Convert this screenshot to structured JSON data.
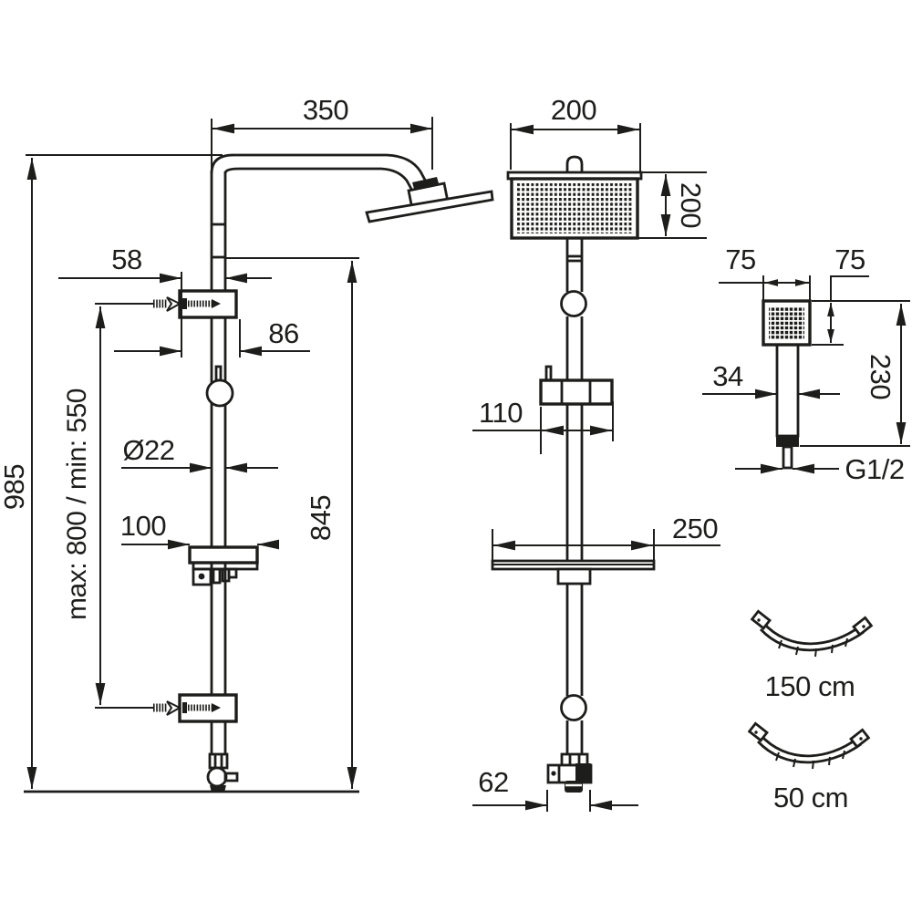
{
  "drawing": {
    "type": "technical-dimension-drawing",
    "subject": "shower column set with overhead rain head, hand shower and hoses",
    "ink_color": "#1d1d1b",
    "background_color": "#ffffff"
  },
  "labels": {
    "arm_reach": "350",
    "overall_height": "985",
    "mount_height_range": "max: 800 / min: 550",
    "upper_bracket_offset": "58",
    "upper_bracket_width": "86",
    "pipe_diameter": "Ø22",
    "soap_dish_depth": "100",
    "column_height": "845",
    "rain_head_width": "200",
    "rain_head_height": "200",
    "slider_bracket_width": "110",
    "shelf_width": "250",
    "valve_width": "62",
    "hand_shower_width": "75",
    "hand_shower_face_height": "75",
    "handle_width": "34",
    "hand_shower_length": "230",
    "thread_size": "G1/2",
    "long_hose_length": "150 cm",
    "short_hose_length": "50 cm"
  }
}
